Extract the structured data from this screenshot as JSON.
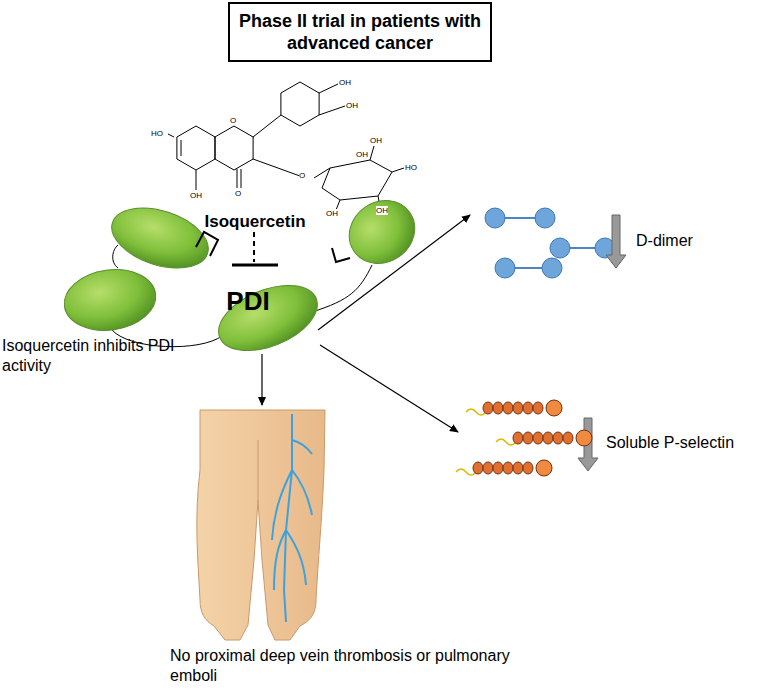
{
  "diagram": {
    "nodes": [
      {
        "text": [
          "Phase II trial in patients with advanced cancer"
        ]
      },
      {
        "text": [
          "PDI"
        ]
      }
    ],
    "labels": [
      "Isoquercetin",
      "Isoquercetin inhibits PDI activity",
      "D-dimer",
      "Soluble P-selectin",
      "No proximal deep vein thrombosis or pulmonary emboli",
      "HO",
      "OH",
      "O",
      "O",
      "O",
      "OH",
      "OH",
      "OH",
      "OH",
      "HO",
      "OH",
      "OH"
    ]
  }
}
